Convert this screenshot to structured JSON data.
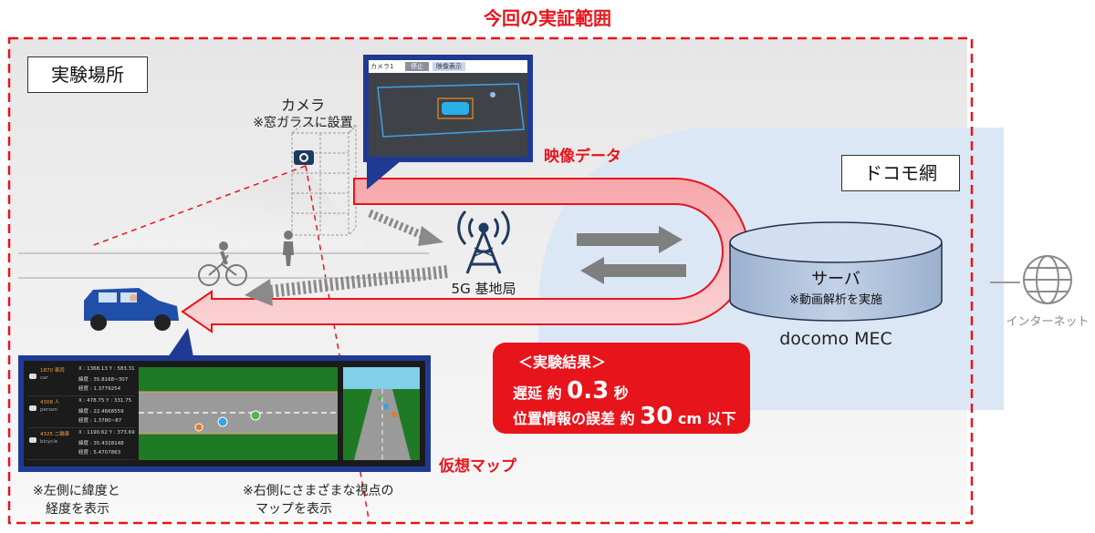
{
  "scope_title": "今回の実証範囲",
  "experiment_site_label": "実験場所",
  "docomo_network_label": "ドコモ網",
  "camera": {
    "label": "カメラ",
    "note": "※窓ガラスに設置"
  },
  "video_data_label": "映像データ",
  "base_station_label": "5G 基地局",
  "server": {
    "label": "サーバ",
    "note": "※動画解析を実施"
  },
  "docomo_mec_label": "docomo MEC",
  "internet_label": "インターネット",
  "virtual_map_label": "仮想マップ",
  "notes": {
    "left_line1": "※左側に緯度と",
    "left_line2": "経度を表示",
    "right_line1": "※右側にさまざまな視点の",
    "right_line2": "マップを表示"
  },
  "result": {
    "title": "＜実験結果＞",
    "latency_prefix": "遅延 約",
    "latency_value": "0.3",
    "latency_unit": "秒",
    "error_prefix": "位置情報の誤差 約",
    "error_value": "30",
    "error_unit": "cm 以下"
  },
  "camera_screen": {
    "tab1": "カメラ1",
    "tab2": "停止",
    "tab3": "映像表示"
  },
  "vmap_rows": [
    {
      "id": "1870",
      "tag": "車両",
      "type": "car",
      "xy": "X : 1368.13  Y : 583.31",
      "lat": "緯度 : 35.8168~307",
      "lon": "経度 : 1.3779254"
    },
    {
      "id": "4308",
      "tag": "人",
      "type": "person",
      "xy": "X : 478.75  Y : 331.75",
      "lat": "緯度 : 22.4668559",
      "lon": "経度 : 1.3780~87"
    },
    {
      "id": "4325",
      "tag": "二輪車",
      "type": "bicycle",
      "xy": "X : 1190.62  Y : 373.69",
      "lat": "緯度 : 35.4328148",
      "lon": "経度 : 5.4707863"
    }
  ],
  "colors": {
    "accent_red": "#e8141b",
    "navy": "#1f3a93",
    "docomo_blue": "#dce7f6",
    "site_gray": "#ececec"
  }
}
